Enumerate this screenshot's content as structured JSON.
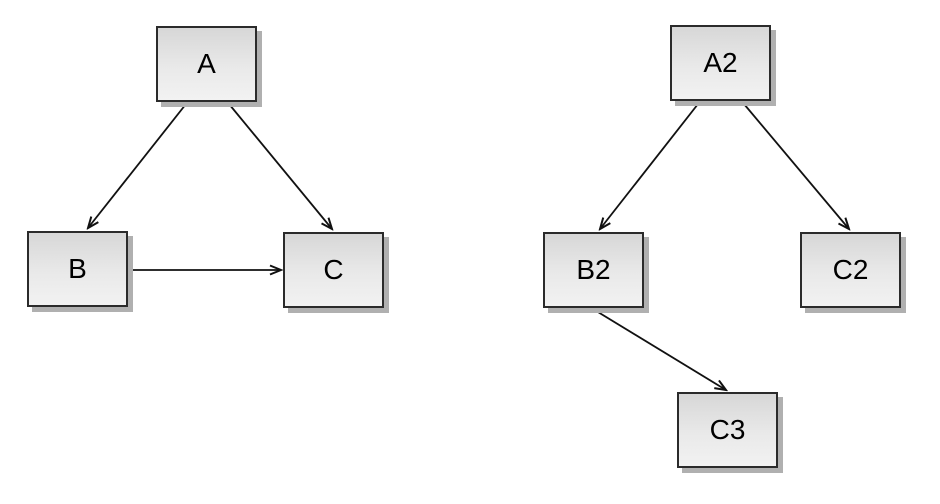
{
  "page": {
    "background": "#ffffff"
  },
  "style": {
    "node_fill_top": "#d7d7d7",
    "node_fill_bottom": "#f2f2f2",
    "node_border_color": "#2b2b2b",
    "node_shadow_color": "#b0b0b0",
    "edge_color": "#111111",
    "label_color": "#000000",
    "arrowhead_style": "open-v"
  },
  "graphs": [
    {
      "name": "left-graph",
      "nodes": [
        {
          "id": "A",
          "label": "A"
        },
        {
          "id": "B",
          "label": "B"
        },
        {
          "id": "C",
          "label": "C"
        }
      ],
      "edges": [
        {
          "from": "A",
          "to": "B"
        },
        {
          "from": "A",
          "to": "C"
        },
        {
          "from": "B",
          "to": "C"
        }
      ]
    },
    {
      "name": "right-graph",
      "nodes": [
        {
          "id": "A2",
          "label": "A2"
        },
        {
          "id": "B2",
          "label": "B2"
        },
        {
          "id": "C2",
          "label": "C2"
        },
        {
          "id": "C3",
          "label": "C3"
        }
      ],
      "edges": [
        {
          "from": "A2",
          "to": "B2"
        },
        {
          "from": "A2",
          "to": "C2"
        },
        {
          "from": "B2",
          "to": "C3"
        }
      ]
    }
  ]
}
